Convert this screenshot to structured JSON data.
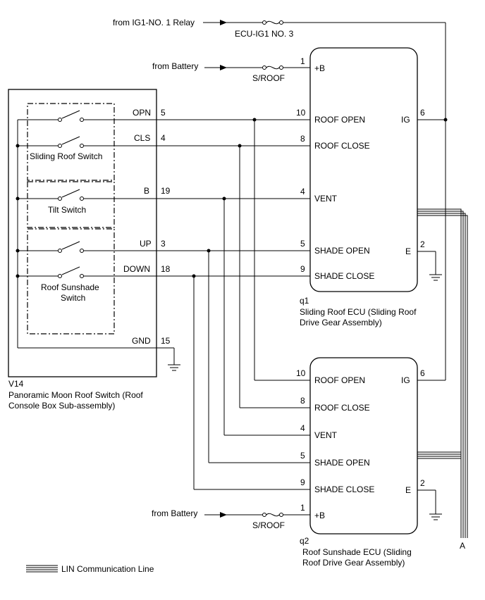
{
  "sources": {
    "ig1_relay": "from IG1-NO. 1 Relay",
    "battery_top": "from Battery",
    "battery_bottom": "from Battery"
  },
  "fuses": {
    "ecu_ig1": "ECU-IG1 NO. 3",
    "sroof_top": "S/ROOF",
    "sroof_bottom": "S/ROOF"
  },
  "switch_assembly": {
    "code": "V14",
    "name_line1": "Panoramic Moon Roof Switch (Roof",
    "name_line2": "Console Box Sub-assembly)",
    "groups": {
      "sliding": "Sliding Roof Switch",
      "tilt": "Tilt Switch",
      "sunshade_line1": "Roof Sunshade",
      "sunshade_line2": "Switch"
    },
    "terminals": [
      {
        "label": "OPN",
        "pin": "5"
      },
      {
        "label": "CLS",
        "pin": "4"
      },
      {
        "label": "B",
        "pin": "19"
      },
      {
        "label": "UP",
        "pin": "3"
      },
      {
        "label": "DOWN",
        "pin": "18"
      },
      {
        "label": "GND",
        "pin": "15"
      }
    ]
  },
  "ecu_q1": {
    "code": "q1",
    "name_line1": "Sliding Roof ECU (Sliding Roof",
    "name_line2": "Drive Gear Assembly)",
    "pins": [
      {
        "label": "+B",
        "pin": "1"
      },
      {
        "label": "ROOF OPEN",
        "pin": "10"
      },
      {
        "label": "ROOF CLOSE",
        "pin": "8"
      },
      {
        "label": "VENT",
        "pin": "4"
      },
      {
        "label": "SHADE OPEN",
        "pin": "5"
      },
      {
        "label": "SHADE CLOSE",
        "pin": "9"
      },
      {
        "label": "IG",
        "pin": "6"
      },
      {
        "label": "E",
        "pin": "2"
      }
    ]
  },
  "ecu_q2": {
    "code": "q2",
    "name_line1": "Roof Sunshade ECU (Sliding",
    "name_line2": "Roof Drive Gear Assembly)",
    "pins": [
      {
        "label": "ROOF OPEN",
        "pin": "10"
      },
      {
        "label": "ROOF CLOSE",
        "pin": "8"
      },
      {
        "label": "VENT",
        "pin": "4"
      },
      {
        "label": "SHADE OPEN",
        "pin": "5"
      },
      {
        "label": "SHADE CLOSE",
        "pin": "9"
      },
      {
        "label": "+B",
        "pin": "1"
      },
      {
        "label": "IG",
        "pin": "6"
      },
      {
        "label": "E",
        "pin": "2"
      }
    ]
  },
  "lin_end_label": "A",
  "legend": {
    "lin": "LIN Communication Line"
  }
}
